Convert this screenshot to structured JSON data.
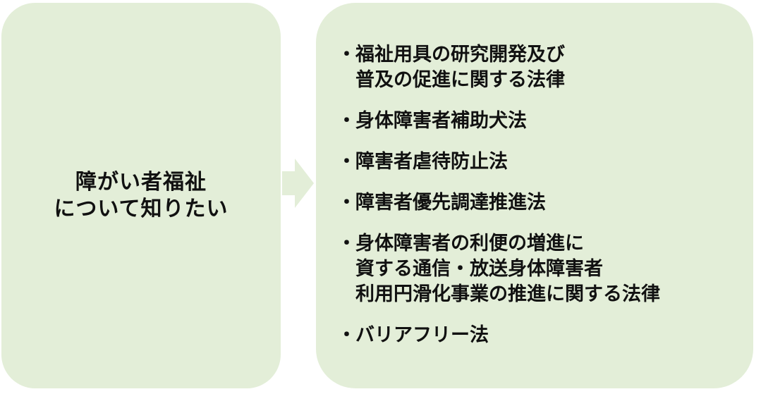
{
  "left": {
    "line1": "障がい者福祉",
    "line2": "について知りたい"
  },
  "colors": {
    "box_fill": "#e3eed8",
    "arrow_fill": "#e3eed8",
    "text": "#111111"
  },
  "bullet": "・",
  "items": [
    {
      "lines": [
        "福祉用具の研究開発及び",
        "普及の促進に関する法律"
      ]
    },
    {
      "lines": [
        "身体障害者補助犬法"
      ]
    },
    {
      "lines": [
        "障害者虐待防止法"
      ]
    },
    {
      "lines": [
        "障害者優先調達推進法"
      ]
    },
    {
      "lines": [
        "身体障害者の利便の増進に",
        "資する通信・放送身体障害者",
        "利用円滑化事業の推進に関する法律"
      ]
    },
    {
      "lines": [
        "バリアフリー法"
      ]
    }
  ]
}
